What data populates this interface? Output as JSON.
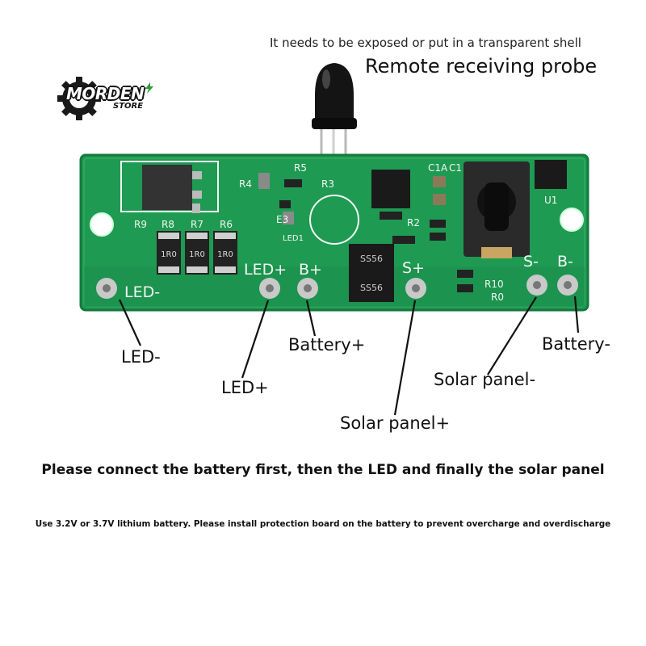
{
  "brand": {
    "name": "MORDEN",
    "sub": "STORE"
  },
  "header": {
    "note": "It needs to be exposed or put in a transparent shell",
    "title": "Remote receiving probe"
  },
  "board": {
    "silk": [
      "R9",
      "R8",
      "R7",
      "R6",
      "R5",
      "R4",
      "R3",
      "E3",
      "U1",
      "C1A",
      "C1",
      "R2",
      "R0",
      "R10",
      "1R0",
      "1R0",
      "1R0",
      "SS56",
      "SS56",
      "LED-",
      "LED+",
      "B+",
      "S+",
      "B-",
      "S-",
      "LED1"
    ]
  },
  "callouts": {
    "led_minus": "LED-",
    "led_plus": "LED+",
    "battery_plus": "Battery+",
    "solar_plus": "Solar panel+",
    "solar_minus": "Solar panel-",
    "battery_minus": "Battery-"
  },
  "notices": {
    "order": "Please connect the battery first, then the LED and finally the solar panel",
    "battery": "Use 3.2V or 3.7V lithium battery. Please install protection board on the battery to prevent overcharge and overdischarge"
  },
  "colors": {
    "pcb": "#1f9a52",
    "pcb_dark": "#157a3e",
    "silk": "#f3f7f3",
    "pad": "#c9c9c9"
  }
}
